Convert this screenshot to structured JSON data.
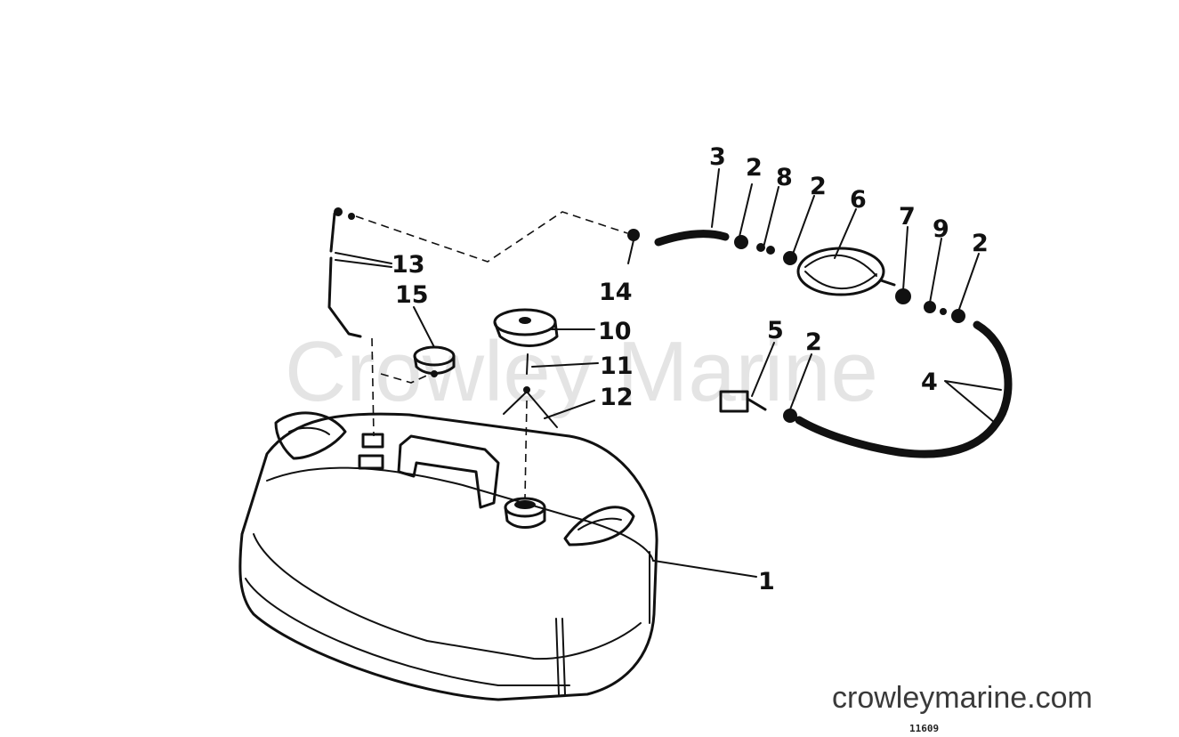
{
  "watermark": "Crowley Marine",
  "website": "crowleymarine.com",
  "drawing_code": "11609",
  "callouts": [
    "1",
    "2",
    "3",
    "4",
    "5",
    "6",
    "7",
    "8",
    "9",
    "10",
    "11",
    "12",
    "13",
    "14",
    "15"
  ]
}
